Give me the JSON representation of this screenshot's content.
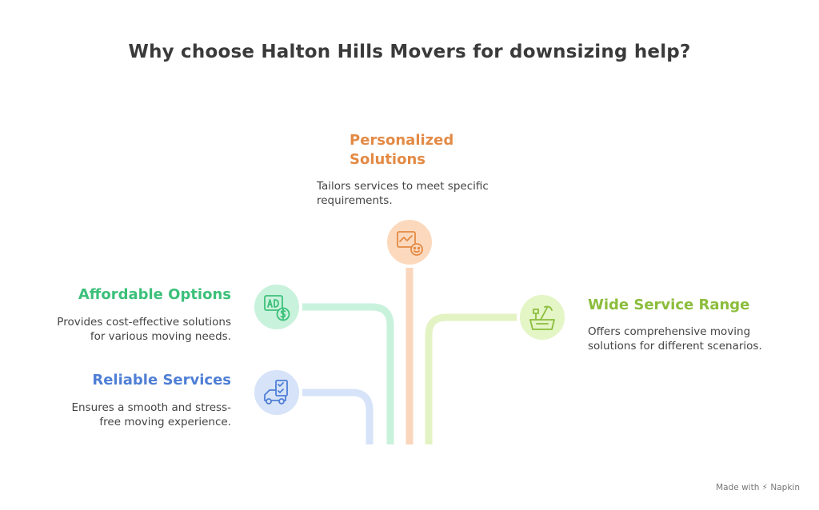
{
  "title": "Why choose Halton Hills Movers for downsizing help?",
  "items": [
    {
      "heading_line1": "Personalized",
      "heading_line2": "Solutions",
      "desc_line1": "Tailors services to meet specific",
      "desc_line2": "requirements.",
      "color": "#e38a45",
      "icon": "puzzle-smiley-icon"
    },
    {
      "heading": "Affordable Options",
      "desc_line1": "Provides cost-effective solutions",
      "desc_line2": "for various moving needs.",
      "color": "#3cc07a",
      "icon": "ad-dollar-icon"
    },
    {
      "heading": "Wide Service Range",
      "desc_line1": "Offers comprehensive moving",
      "desc_line2": "solutions for different scenarios.",
      "color": "#8bbd3c",
      "icon": "toolbox-icon"
    },
    {
      "heading": "Reliable Services",
      "desc_line1": "Ensures a smooth and stress-",
      "desc_line2": "free moving experience.",
      "color": "#4f7fd6",
      "icon": "truck-checklist-icon"
    }
  ],
  "footer": "Made with ⚡ Napkin"
}
